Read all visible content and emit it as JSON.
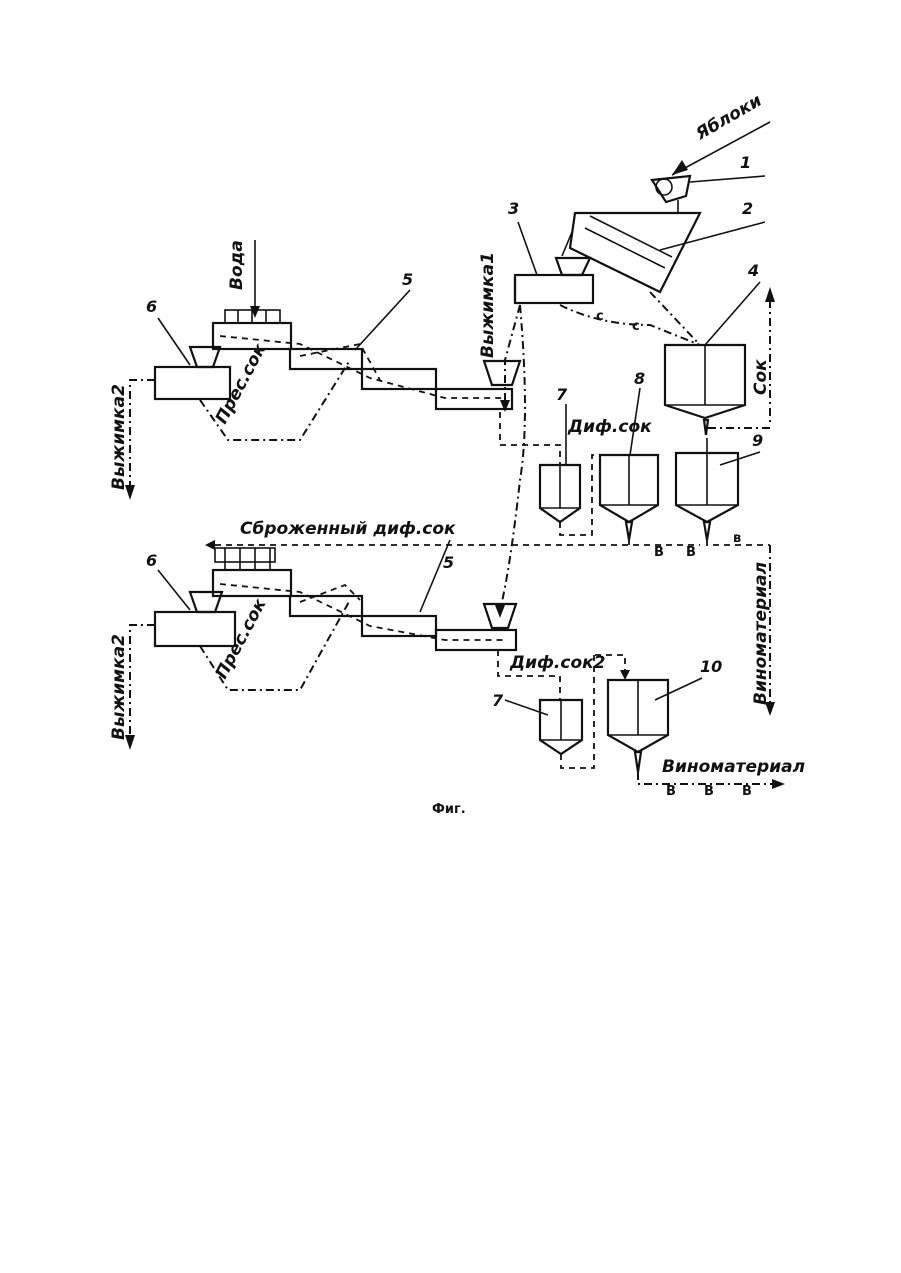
{
  "labels": {
    "apples": "Яблоки",
    "water": "Вода",
    "juice": "Сок",
    "pomace1": "Выжимка1",
    "pomace2_top": "Выжимка2",
    "pomace2_bottom": "Выжимка2",
    "press_juice_top": "Прес.сок",
    "press_juice_bottom": "Прес.сок",
    "diff_juice": "Диф.сок",
    "fermented_diff_juice": "Сброженный диф.сок",
    "diff_juice2": "Диф.сок2",
    "wine_material_vertical": "Виноматериал",
    "wine_material_bottom": "Виноматериал",
    "caption": "Фиг."
  },
  "equipment_numbers": {
    "n1": "1",
    "n2": "2",
    "n3": "3",
    "n4": "4",
    "n5_top": "5",
    "n5_bottom": "5",
    "n6_top": "6",
    "n6_bottom": "6",
    "n7_top": "7",
    "n7_bottom": "7",
    "n8": "8",
    "n9": "9",
    "n10": "10"
  },
  "flow_marks": {
    "c": "c",
    "b": "B",
    "v": "в"
  }
}
